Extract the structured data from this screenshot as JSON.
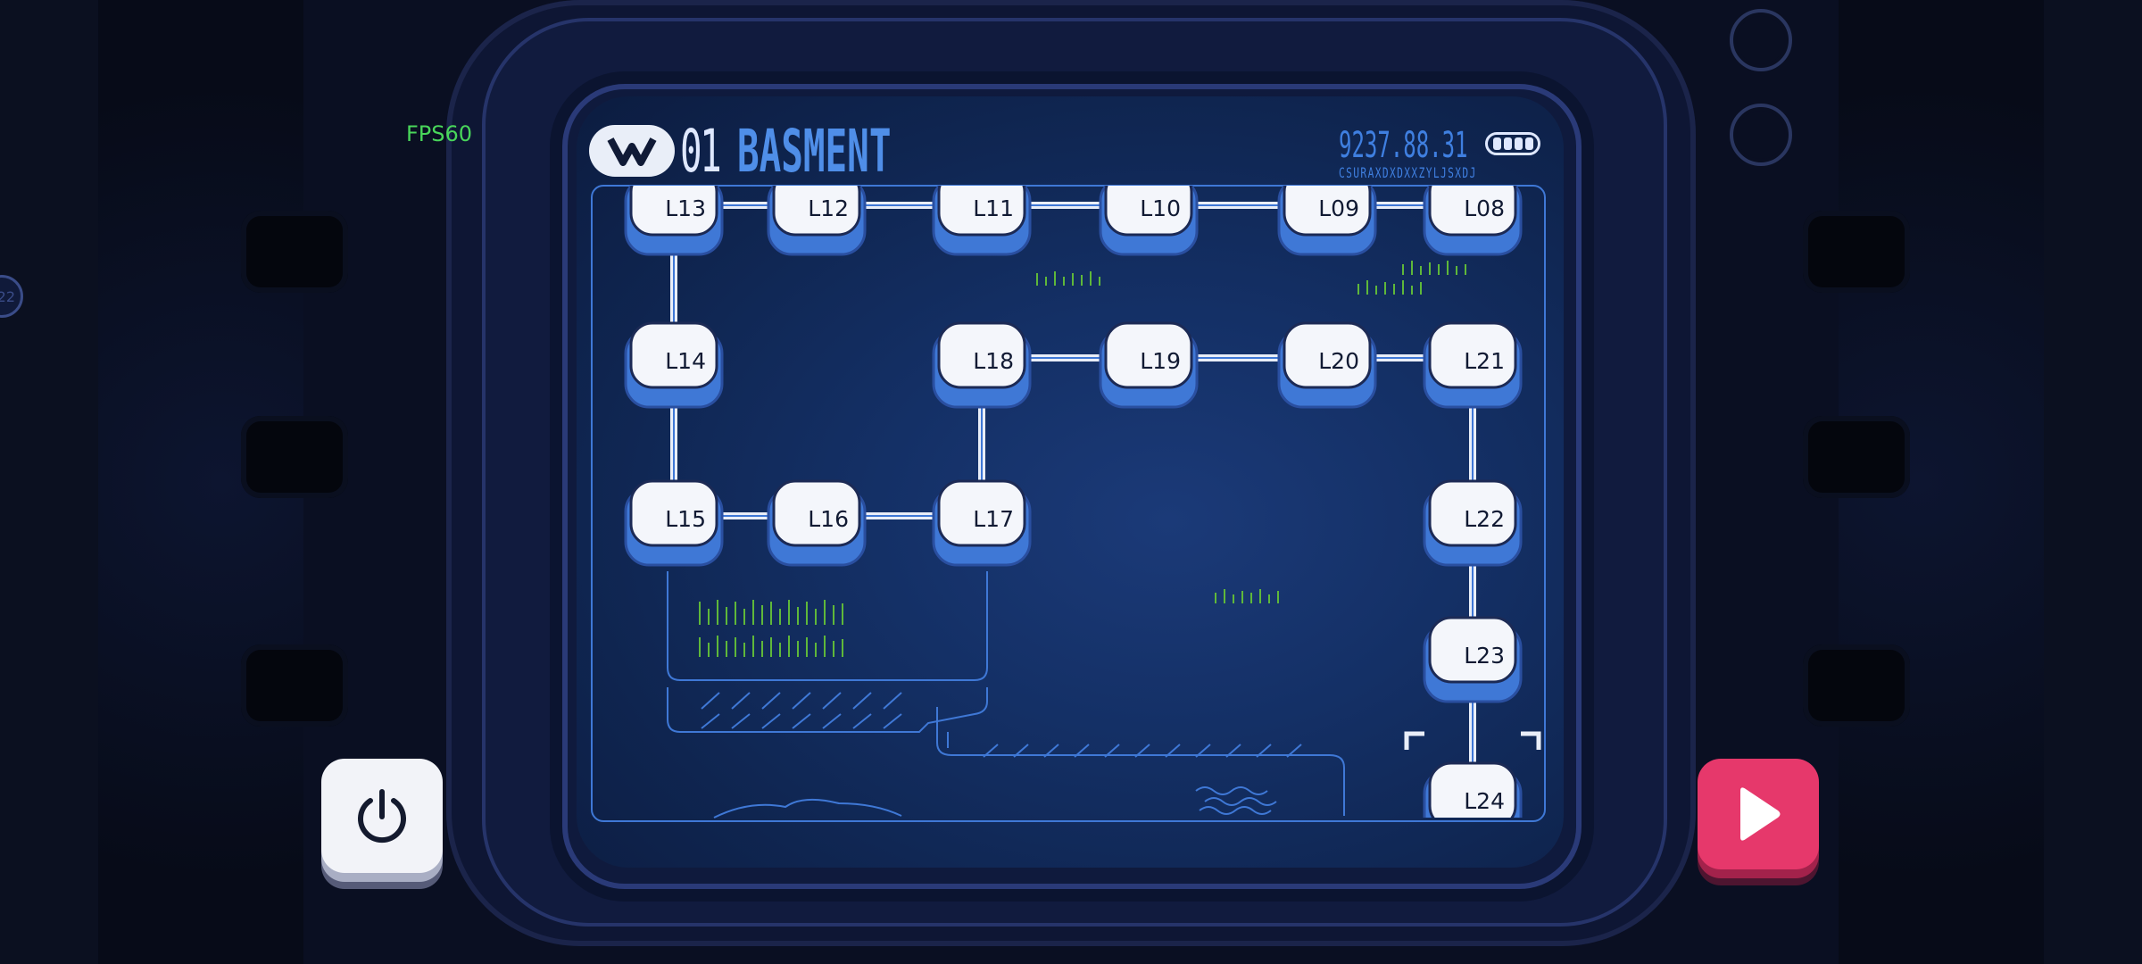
{
  "hud": {
    "fps": "FPS60",
    "side_badge": "22"
  },
  "header": {
    "level_number": "01",
    "level_name": "BASMENT",
    "serial": "9237.88.31",
    "subcode": "CSURAXDXDXXZYLJSXDJ",
    "battery_bars": 4
  },
  "map": {
    "nodes": [
      {
        "id": "L13",
        "label": "L13"
      },
      {
        "id": "L12",
        "label": "L12"
      },
      {
        "id": "L11",
        "label": "L11"
      },
      {
        "id": "L10",
        "label": "L10"
      },
      {
        "id": "L09",
        "label": "L09"
      },
      {
        "id": "L08",
        "label": "L08"
      },
      {
        "id": "L14",
        "label": "L14"
      },
      {
        "id": "L18",
        "label": "L18"
      },
      {
        "id": "L19",
        "label": "L19"
      },
      {
        "id": "L20",
        "label": "L20"
      },
      {
        "id": "L21",
        "label": "L21"
      },
      {
        "id": "L15",
        "label": "L15"
      },
      {
        "id": "L16",
        "label": "L16"
      },
      {
        "id": "L17",
        "label": "L17"
      },
      {
        "id": "L22",
        "label": "L22"
      },
      {
        "id": "L23",
        "label": "L23"
      },
      {
        "id": "L24",
        "label": "L24"
      }
    ],
    "links": [
      [
        "L13",
        "L12"
      ],
      [
        "L12",
        "L11"
      ],
      [
        "L11",
        "L10"
      ],
      [
        "L10",
        "L09"
      ],
      [
        "L09",
        "L08"
      ],
      [
        "L13",
        "L14"
      ],
      [
        "L14",
        "L15"
      ],
      [
        "L15",
        "L16"
      ],
      [
        "L16",
        "L17"
      ],
      [
        "L17",
        "L18"
      ],
      [
        "L18",
        "L19"
      ],
      [
        "L19",
        "L20"
      ],
      [
        "L20",
        "L21"
      ],
      [
        "L21",
        "L22"
      ],
      [
        "L22",
        "L23"
      ],
      [
        "L23",
        "L24"
      ]
    ],
    "selected": "L24"
  },
  "buttons": {
    "power": "power",
    "play": "play"
  },
  "colors": {
    "accent_blue": "#4f8ee8",
    "node_face": "#f4f6fb",
    "node_base": "#3f78d6",
    "grass": "#5fb83a",
    "play": "#e6386b"
  }
}
